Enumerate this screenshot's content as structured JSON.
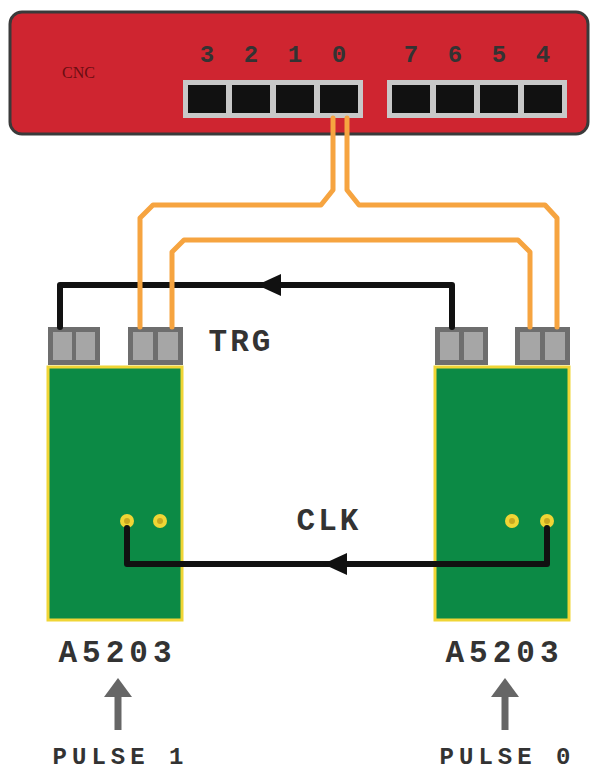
{
  "diagram": {
    "nodes": [
      {
        "text": [
          "CNC"
        ]
      },
      {
        "text": [
          "A5203"
        ]
      },
      {
        "text": [
          "A5203"
        ]
      }
    ],
    "edges": [
      {
        "from": 2,
        "to": 1,
        "arrow": "to",
        "label": "TRG"
      },
      {
        "from": 2,
        "to": 1,
        "arrow": "to",
        "label": "CLK"
      },
      {
        "from": 0,
        "to": 1,
        "arrow": "none"
      },
      {
        "from": 0,
        "to": 2,
        "arrow": "none"
      },
      {
        "from": 1,
        "to": 2,
        "arrow": "none"
      }
    ],
    "labels": [
      "3",
      "2",
      "1",
      "0",
      "7",
      "6",
      "5",
      "4",
      "PULSE 1",
      "PULSE 0"
    ]
  }
}
